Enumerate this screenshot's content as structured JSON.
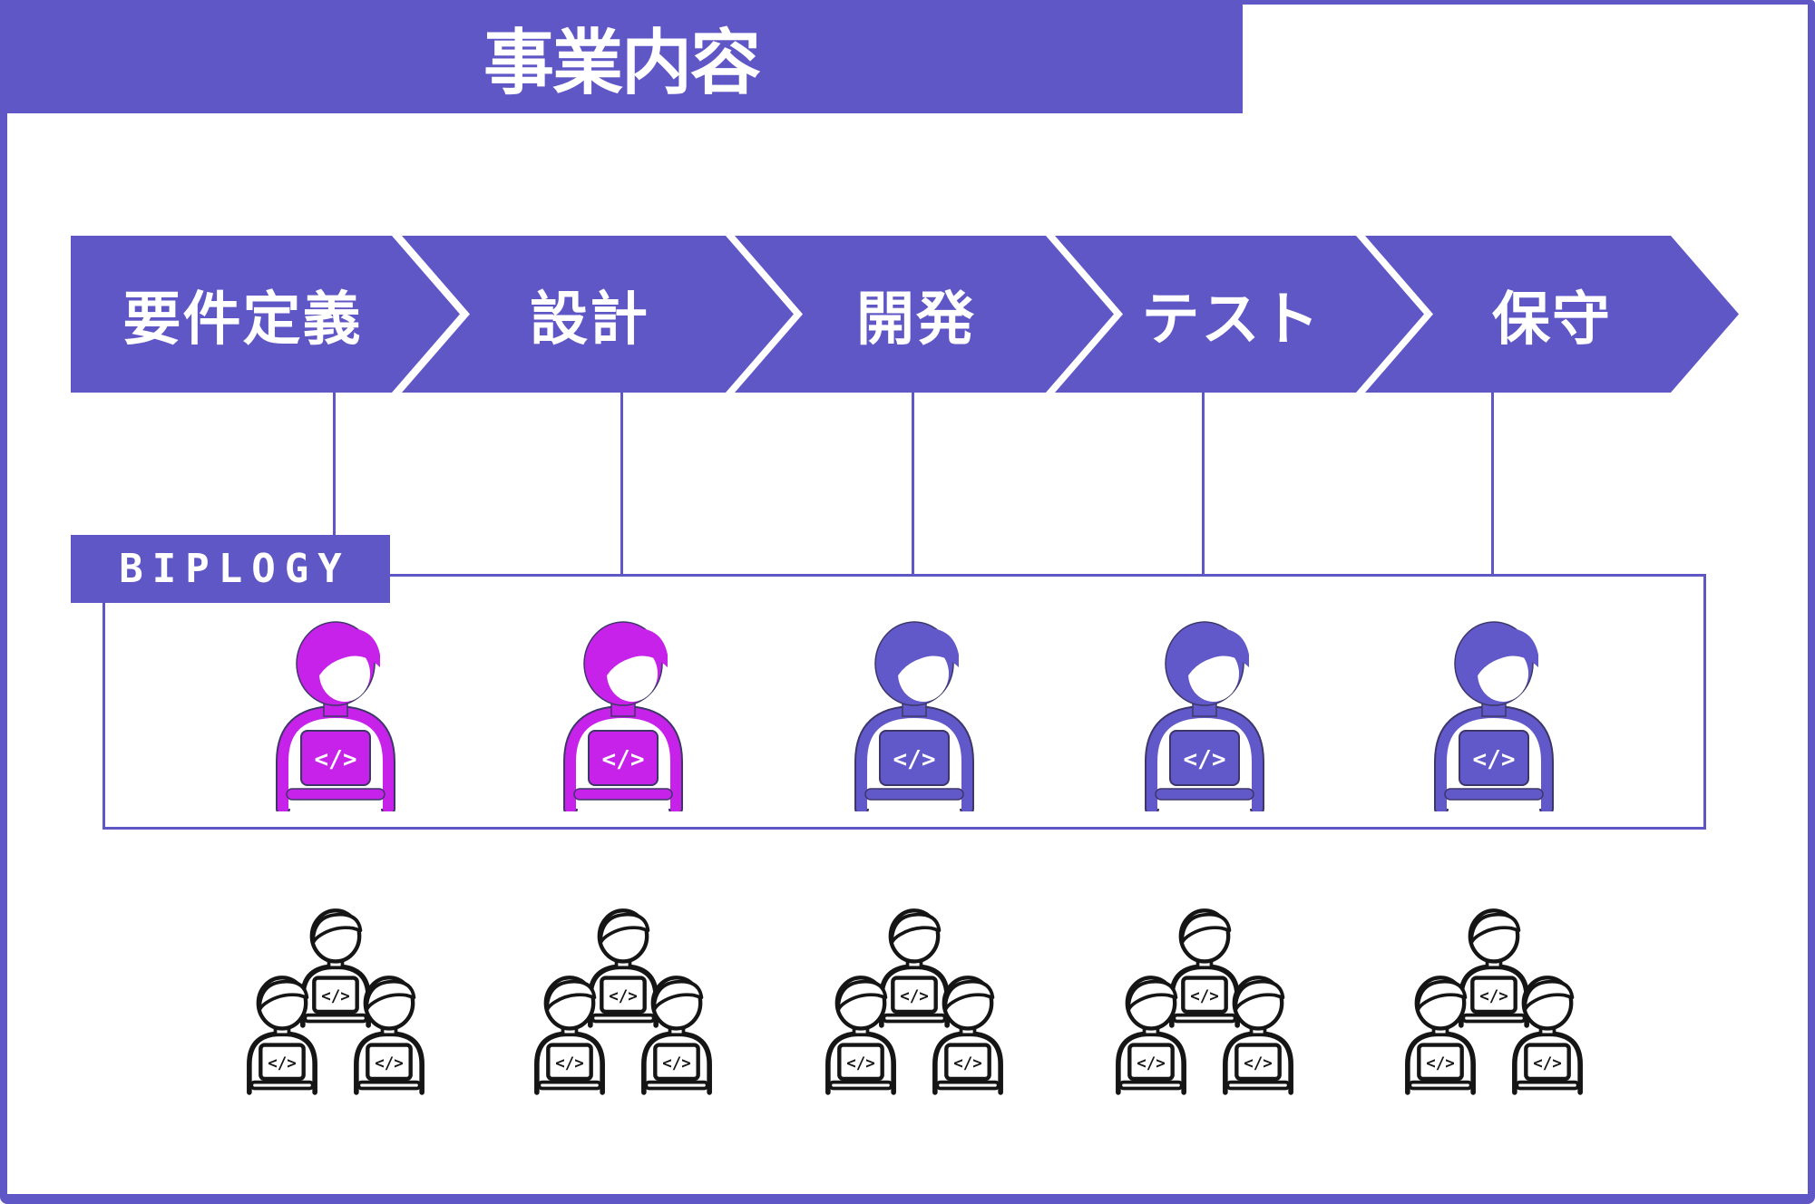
{
  "title": "事業内容",
  "steps": [
    {
      "label": "要件定義"
    },
    {
      "label": "設計"
    },
    {
      "label": "開発"
    },
    {
      "label": "テスト"
    },
    {
      "label": "保守"
    }
  ],
  "company": {
    "label": "BIPLOGY"
  },
  "icons": {
    "coder_icon": "person-coding-at-laptop",
    "team_icon": "team-of-three-people-at-laptops",
    "laptop_glyph": "</>"
  },
  "rows": {
    "biplogy_row": {
      "coders": 5,
      "colors": [
        "magenta",
        "magenta",
        "purple",
        "purple",
        "purple"
      ]
    },
    "partner_row": {
      "teams": 5,
      "style": "outline"
    }
  },
  "colors": {
    "purple": "#6057C7",
    "magenta": "#C722EA",
    "outline_dark": "#151515",
    "background": "#FFFFFF",
    "text_on_purple": "#FFFFFF"
  }
}
